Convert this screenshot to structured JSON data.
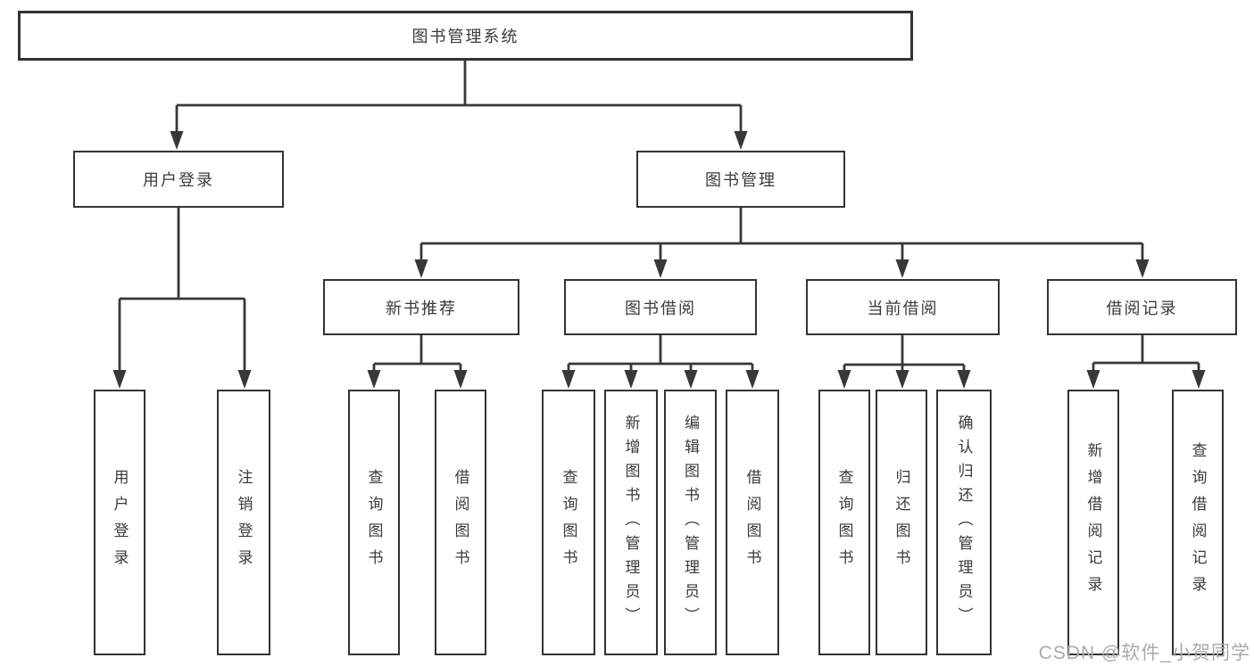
{
  "tree": {
    "root": {
      "label": "图书管理系统"
    },
    "user_login": {
      "label": "用户登录",
      "children": [
        {
          "label": "用户登录"
        },
        {
          "label": "注销登录"
        }
      ]
    },
    "book_management": {
      "label": "图书管理",
      "children": [
        {
          "label": "新书推荐",
          "children": [
            {
              "label": "查询图书"
            },
            {
              "label": "借阅图书"
            }
          ]
        },
        {
          "label": "图书借阅",
          "children": [
            {
              "label": "查询图书"
            },
            {
              "label": "新增图书（管理员）"
            },
            {
              "label": "编辑图书（管理员）"
            },
            {
              "label": "借阅图书"
            }
          ]
        },
        {
          "label": "当前借阅",
          "children": [
            {
              "label": "查询图书"
            },
            {
              "label": "归还图书"
            },
            {
              "label": "确认归还（管理员）"
            }
          ]
        },
        {
          "label": "借阅记录",
          "children": [
            {
              "label": "新增借阅记录"
            },
            {
              "label": "查询借阅记录"
            }
          ]
        }
      ]
    }
  },
  "watermark": {
    "text": "CSDN @软件_小贺同学"
  },
  "colors": {
    "line": "#383838",
    "box_border": "#333333",
    "text": "#3a3a3a",
    "watermark": "#a6abb2",
    "background": "#ffffff"
  }
}
